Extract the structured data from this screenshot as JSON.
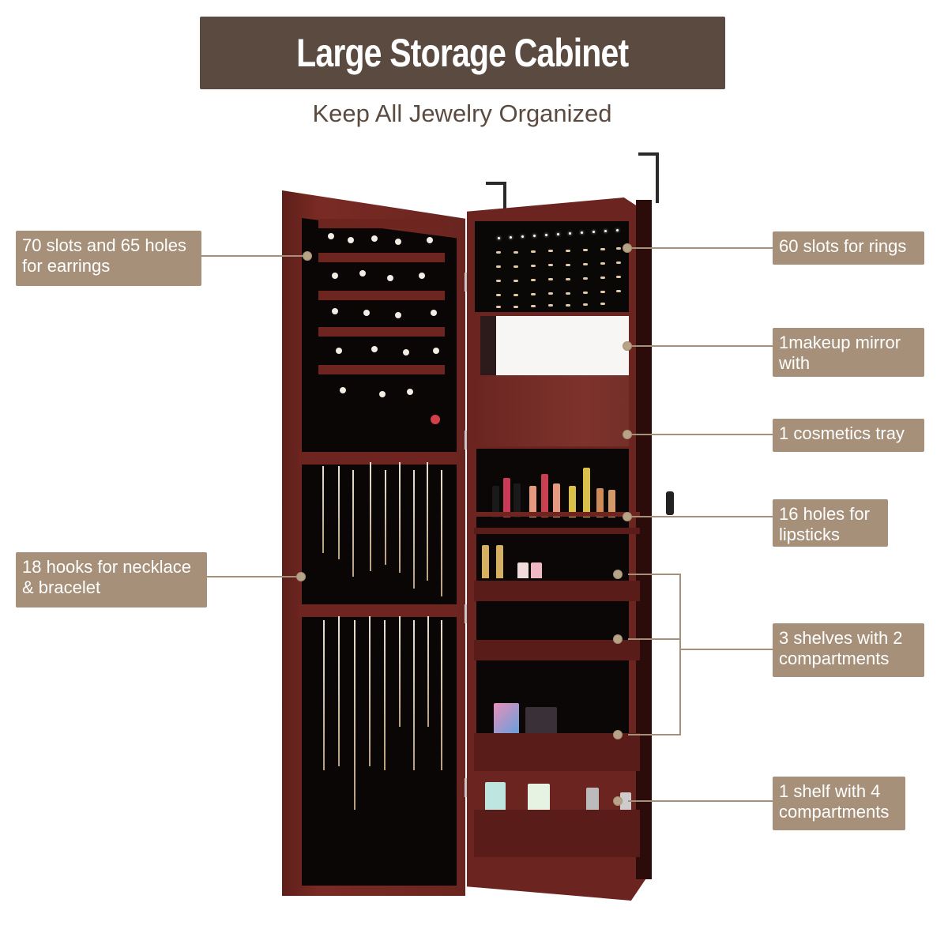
{
  "header": {
    "title": "Large Storage Cabinet",
    "subtitle": "Keep All Jewelry Organized"
  },
  "colors": {
    "title_bg": "#5b4a40",
    "label_bg": "#a69079",
    "wood": "#6b2420",
    "velvet": "#0a0707"
  },
  "callouts": {
    "earrings": "70 slots and 65 holes for earrings",
    "necklace": "18 hooks for necklace & bracelet",
    "rings": "60 slots for rings",
    "mirror": "1makeup mirror with",
    "tray": "1 cosmetics tray",
    "lipsticks": "16 holes for lipsticks",
    "shelves": "3 shelves with 2 compartments",
    "shelf4": "1 shelf with 4 compartments"
  },
  "product": {
    "image_description": "Open wall-mounted jewelry cabinet in brown wood with earrings, necklaces, rings, and cosmetics"
  }
}
